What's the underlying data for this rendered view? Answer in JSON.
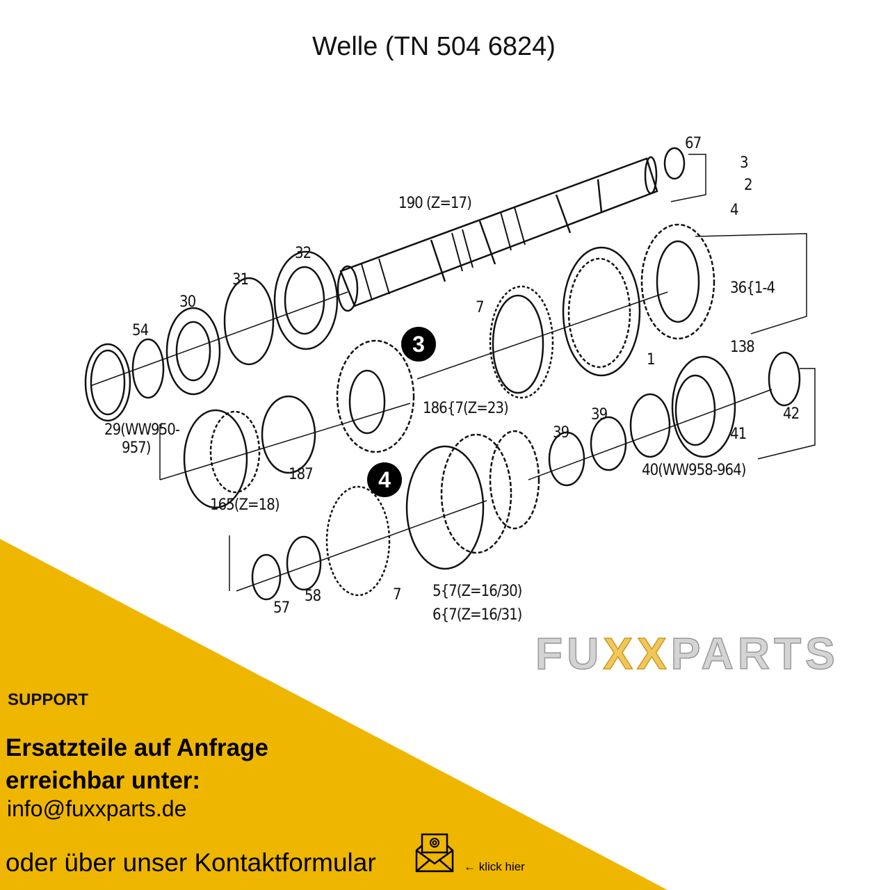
{
  "title": "Welle (TN 504 6824)",
  "colors": {
    "accent": "#EFB600",
    "text": "#111111"
  },
  "diagram": {
    "labels": {
      "p67": "67",
      "p3": "3",
      "p2": "2",
      "p4": "4",
      "p190": "190 (Z=17)",
      "p32": "32",
      "p31": "31",
      "p30": "30",
      "p54": "54",
      "p7a": "7",
      "p1": "1",
      "p36": "36{1-4",
      "p138": "138",
      "p29a": "29(WW950-",
      "p29b": "957)",
      "p187": "187",
      "p186": "186{7(Z=23)",
      "p165": "165(Z=18)",
      "p39a": "39",
      "p39b": "39",
      "p41": "41",
      "p42": "42",
      "p40": "40(WW958-964)",
      "p57": "57",
      "p58": "58",
      "p7b": "7",
      "p5": "5{7(Z=16/30)",
      "p6": "6{7(Z=16/31)"
    },
    "badges": {
      "b3": "3",
      "b4": "4"
    },
    "watermark": {
      "left": "FU",
      "mid": "XX",
      "right": "PARTS"
    }
  },
  "support": {
    "heading": "SUPPORT",
    "line1": "Ersatzteile auf Anfrage",
    "line2": "erreichbar unter:",
    "email": "info@fuxxparts.de",
    "contact_text": "oder über unser Kontaktformular",
    "contact_icon": "mail-at-icon",
    "click_hint": "← klick hier"
  }
}
